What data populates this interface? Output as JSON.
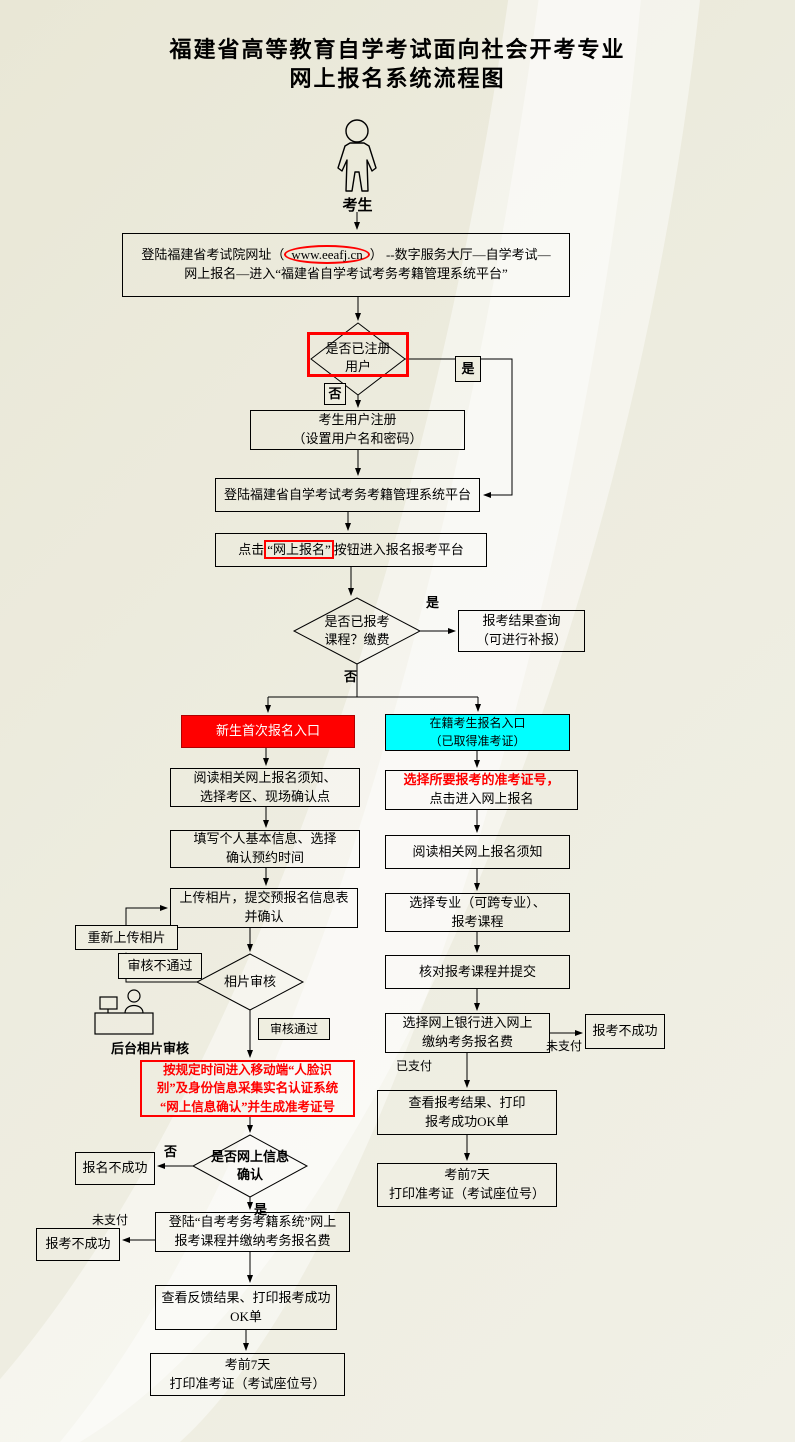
{
  "page": {
    "background_color": "#edecdf",
    "title_line1": "福建省高等教育自学考试面向社会开考专业",
    "title_line2": "网上报名系统流程图"
  },
  "colors": {
    "highlight_red": "#ff0000",
    "entry_new_bg": "#ff0000",
    "entry_enrolled_bg": "#00ffff",
    "line": "#000000"
  },
  "icons": {
    "candidate": "person-outline-icon",
    "backend_reviewer": "reviewer-at-desk-icon"
  },
  "actor": {
    "label": "考生"
  },
  "flow": {
    "login_portal": {
      "l1_prefix": "登陆福建省考试院网址（",
      "l1_url": "www.eeafj.cn",
      "l1_suffix": "）  --数字服务大厅—自学考试—",
      "l2": "网上报名—进入“福建省自学考试考务考籍管理系统平台”"
    },
    "registered_q": {
      "l1": "是否已注册",
      "l2": "用户"
    },
    "register": {
      "l1": "考生用户注册",
      "l2": "（设置用户名和密码）"
    },
    "login_system": {
      "l1": "登陆福建省自学考试考务考籍管理系统平台"
    },
    "click_enroll": {
      "prefix": "点击",
      "highlight": "“网上报名”",
      "suffix": "按钮进入报名报考平台"
    },
    "enrolled_q": {
      "l1": "是否已报考",
      "l2": "课程？缴费"
    },
    "result_query": {
      "l1": "报考结果查询",
      "l2": "（可进行补报）"
    },
    "entry_new": {
      "l1": "新生首次报名入口"
    },
    "entry_enrolled": {
      "l1": "在籍考生报名入口",
      "l2": "（已取得准考证）"
    },
    "left": {
      "read_notice": {
        "l1": "阅读相关网上报名须知、",
        "l2": "选择考区、现场确认点"
      },
      "fill_info": {
        "l1": "填写个人基本信息、选择",
        "l2": "确认预约时间"
      },
      "upload_photo": {
        "l1": "上传相片，提交预报名信息表",
        "l2": "并确认"
      },
      "photo_review_q": {
        "l1": "相片审核"
      },
      "review_fail": "审核不通过",
      "reupload": "重新上传相片",
      "backend_review": "后台相片审核",
      "review_pass": "审核通过",
      "face_auth": {
        "l1": "按规定时间进入移动端“人脸识",
        "l2": "别”及身份信息采集实名认证系统",
        "l3": "“网上信息确认”并生成准考证号"
      },
      "confirm_q": {
        "l1": "是否网上信息",
        "l2": "确认"
      },
      "register_fail": "报名不成功",
      "enroll_pay": {
        "l1": "登陆“自考考务考籍系统”网上",
        "l2": "报考课程并缴纳考务报名费"
      },
      "pay_fail": "报考不成功",
      "feedback": {
        "l1": "查看反馈结果、打印报考成功",
        "l2": "OK单"
      },
      "print_ticket": {
        "l1": "考前7天",
        "l2": "打印准考证（考试座位号）"
      }
    },
    "right": {
      "select_ticket": {
        "l1": "选择所要报考的准考证号，",
        "l2": "点击进入网上报名"
      },
      "read_notice": {
        "l1": "阅读相关网上报名须知"
      },
      "select_major": {
        "l1": "选择专业（可跨专业）、",
        "l2": "报考课程"
      },
      "verify_courses": {
        "l1": "核对报考课程并提交"
      },
      "pay_online": {
        "l1": "选择网上银行进入网上",
        "l2": "缴纳考务报名费"
      },
      "pay_fail": "报考不成功",
      "view_result": {
        "l1": "查看报考结果、打印",
        "l2": "报考成功OK单"
      },
      "print_ticket": {
        "l1": "考前7天",
        "l2": "打印准考证（考试座位号）"
      }
    }
  },
  "edge_labels": {
    "yes": "是",
    "no": "否",
    "unpaid": "未支付",
    "paid": "已支付"
  }
}
